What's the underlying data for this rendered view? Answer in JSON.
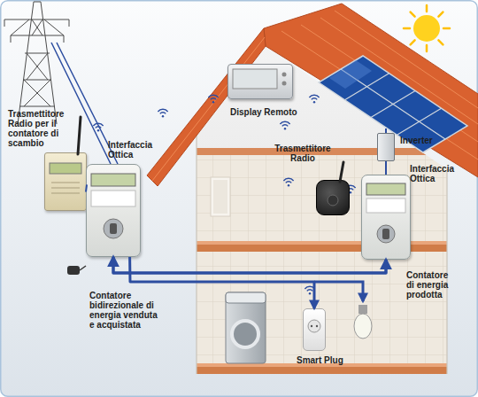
{
  "diagram": {
    "nodes": [
      {
        "text": [
          "Trasmettitore Radio per il contatore di scambio"
        ]
      },
      {
        "text": [
          "Interfaccia Ottica",
          "Contatore bidirezionale di energia venduta e acquistata"
        ]
      },
      {
        "text": [
          "Display Remoto"
        ]
      },
      {
        "text": [
          "Trasmettitore Radio"
        ]
      },
      {
        "text": [
          "Inverter"
        ]
      },
      {
        "text": [
          "Interfaccia Ottica",
          "Contatore di energia prodotta"
        ]
      },
      {
        "text": [
          "Smart Plug"
        ]
      }
    ],
    "edges": [
      {
        "from": 0,
        "to": 1,
        "arrow": "none"
      },
      {
        "from": 1,
        "to": 5,
        "arrow": "both"
      },
      {
        "from": 5,
        "to": 4,
        "arrow": "none"
      },
      {
        "from": 1,
        "to": 6,
        "arrow": "to"
      }
    ]
  }
}
